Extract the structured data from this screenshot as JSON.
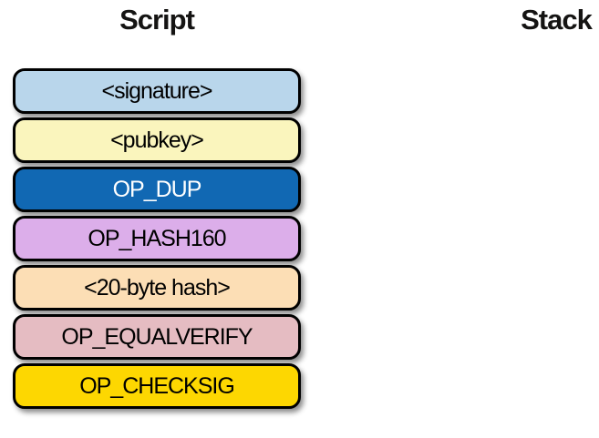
{
  "titles": {
    "script": "Script",
    "stack": "Stack"
  },
  "script_items": [
    {
      "label": "<signature>",
      "bg": "#b9d6eb",
      "text_color": "#000000"
    },
    {
      "label": "<pubkey>",
      "bg": "#faf5bd",
      "text_color": "#000000"
    },
    {
      "label": "OP_DUP",
      "bg": "#1168b3",
      "text_color": "#ffffff"
    },
    {
      "label": "OP_HASH160",
      "bg": "#dcaeea",
      "text_color": "#000000"
    },
    {
      "label": "<20-byte hash>",
      "bg": "#fcdeb5",
      "text_color": "#000000"
    },
    {
      "label": "OP_EQUALVERIFY",
      "bg": "#e5bcc2",
      "text_color": "#000000"
    },
    {
      "label": "OP_CHECKSIG",
      "bg": "#fdd701",
      "text_color": "#000000"
    }
  ],
  "stack_items": []
}
